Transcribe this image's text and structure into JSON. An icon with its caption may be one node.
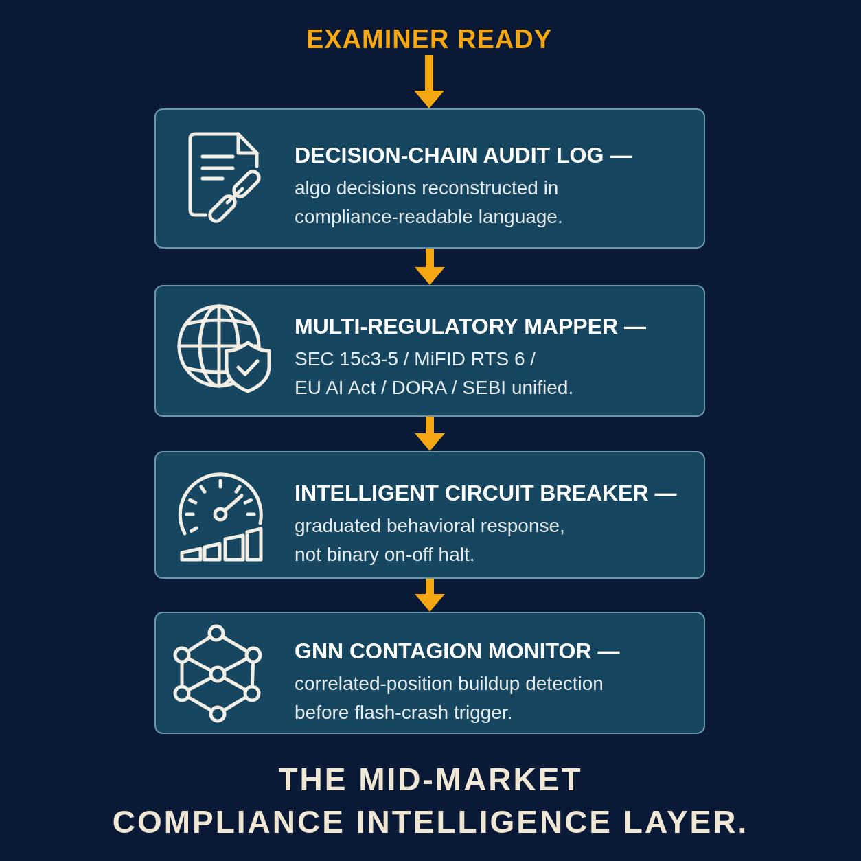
{
  "diagram": {
    "caption": "THE MID-MARKET COMPLIANCE INTELLIGENCE LAYER.",
    "nodes": [
      {
        "text": [
          "EXAMINER READY"
        ]
      },
      {
        "text": [
          "DECISION-CHAIN AUDIT LOG —",
          "algo decisions reconstructed in compliance-readable language."
        ]
      },
      {
        "text": [
          "MULTI-REGULATORY MAPPER —",
          "SEC 15c3-5 / MiFID RTS 6 / EU AI Act / DORA / SEBI unified."
        ]
      },
      {
        "text": [
          "INTELLIGENT CIRCUIT BREAKER —",
          "graduated behavioral response, not binary on-off halt."
        ]
      },
      {
        "text": [
          "GNN CONTAGION MONITOR —",
          "correlated-position buildup detection before flash-crash trigger."
        ]
      }
    ],
    "edges": [
      {
        "from": 0,
        "to": 1,
        "arrow": "to"
      },
      {
        "from": 1,
        "to": 2,
        "arrow": "to"
      },
      {
        "from": 2,
        "to": 3,
        "arrow": "to"
      },
      {
        "from": 3,
        "to": 4,
        "arrow": "to"
      }
    ]
  }
}
